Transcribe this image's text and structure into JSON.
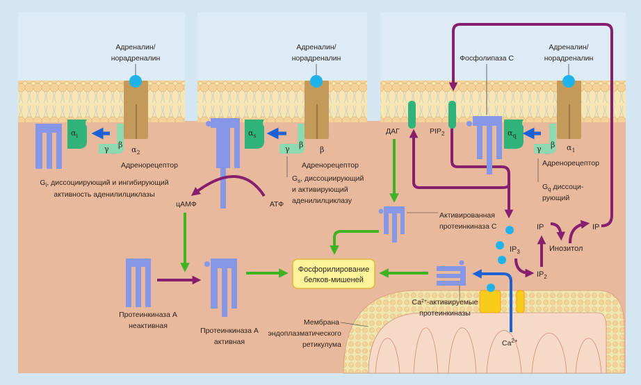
{
  "colors": {
    "background": "#d3e6f2",
    "extracellular": "#dcebf5",
    "cytoplasm": "#e9b99e",
    "membrane": "#f6dfa8",
    "receptor": "#c49a5a",
    "ligand": "#1fb3ea",
    "g_alpha": "#2fb37a",
    "g_beta_gamma": "#8fd9b0",
    "enzyme": "#8597e6",
    "pathway_purple": "#86206e",
    "activation_green": "#3fb324",
    "calcium_blue": "#1c62d6",
    "target_box": "#fbf29a",
    "channel": "#f8cc1a"
  },
  "icons": [
    "ligand-icon",
    "adrenoreceptor-icon",
    "g-protein-icon",
    "adenylyl-cyclase-icon",
    "protein-kinase-icon",
    "phospholipase-c-icon",
    "lipid-icon",
    "calcium-channel-icon",
    "er-membrane-icon"
  ],
  "panel_a2": {
    "ligand": [
      "Адреналин/",
      "норадреналин"
    ],
    "alpha_base": "α",
    "alpha_sub": "i",
    "gamma": "γ",
    "beta": "β",
    "receptor_base": "α",
    "receptor_sub": "2",
    "receptor_label": "Адренорецептор",
    "g_base": "G",
    "g_sub": "i",
    "g_rest": ", диссоциирующий и ингибирующий",
    "g_line2": "активность аденилилциклазы"
  },
  "panel_b": {
    "ligand": [
      "Адреналин/",
      "норадреналин"
    ],
    "alpha_base": "α",
    "alpha_sub": "s",
    "gamma": "γ",
    "beta": "β",
    "receptor_type": "β",
    "receptor_label": "Адренорецептор",
    "g_base": "G",
    "g_sub": "s",
    "g_rest": ", диссоциирующий",
    "g_line2": "и активирующий",
    "g_line3": "аденилилциклазу",
    "camp": "цАМФ",
    "atp": "АТФ"
  },
  "pka": {
    "inactive": [
      "Протеинкиназа А",
      "неактивная"
    ],
    "active": [
      "Протеинкиназа А",
      "активная"
    ]
  },
  "target": [
    "Фосфорилирование",
    "белков-мишеней"
  ],
  "panel_a1": {
    "ligand": [
      "Адреналин/",
      "норадреналин"
    ],
    "plc": "Фосфолипаза С",
    "alpha_base": "α",
    "alpha_sub": "q",
    "gamma": "γ",
    "beta": "β",
    "receptor_base": "α",
    "receptor_sub": "1",
    "receptor_label": "Адренорецептор",
    "g_base": "G",
    "g_sub": "q",
    "g_rest": " диссоци-",
    "g_line2": "рующий",
    "dag": "ДАГ",
    "pip_base": "PIP",
    "pip_sub": "2",
    "pkc": [
      "Активированная",
      "протеинкиназа С"
    ],
    "ip3_base": "IP",
    "ip3_sub": "3",
    "ip2_base": "IP",
    "ip2_sub": "2",
    "ip_a": "IP",
    "ip_b": "IP",
    "inositol": "Инозитол",
    "ca_kinase_base": "Ca",
    "ca_kinase_sup": "2+",
    "ca_kinase_rest": "-активируемые",
    "ca_kinase_line2": "протеинкиназы",
    "ca_base": "Ca",
    "ca_sup": "2+",
    "er": [
      "Мембрана",
      "эндоплазматического",
      "ретикулума"
    ]
  }
}
